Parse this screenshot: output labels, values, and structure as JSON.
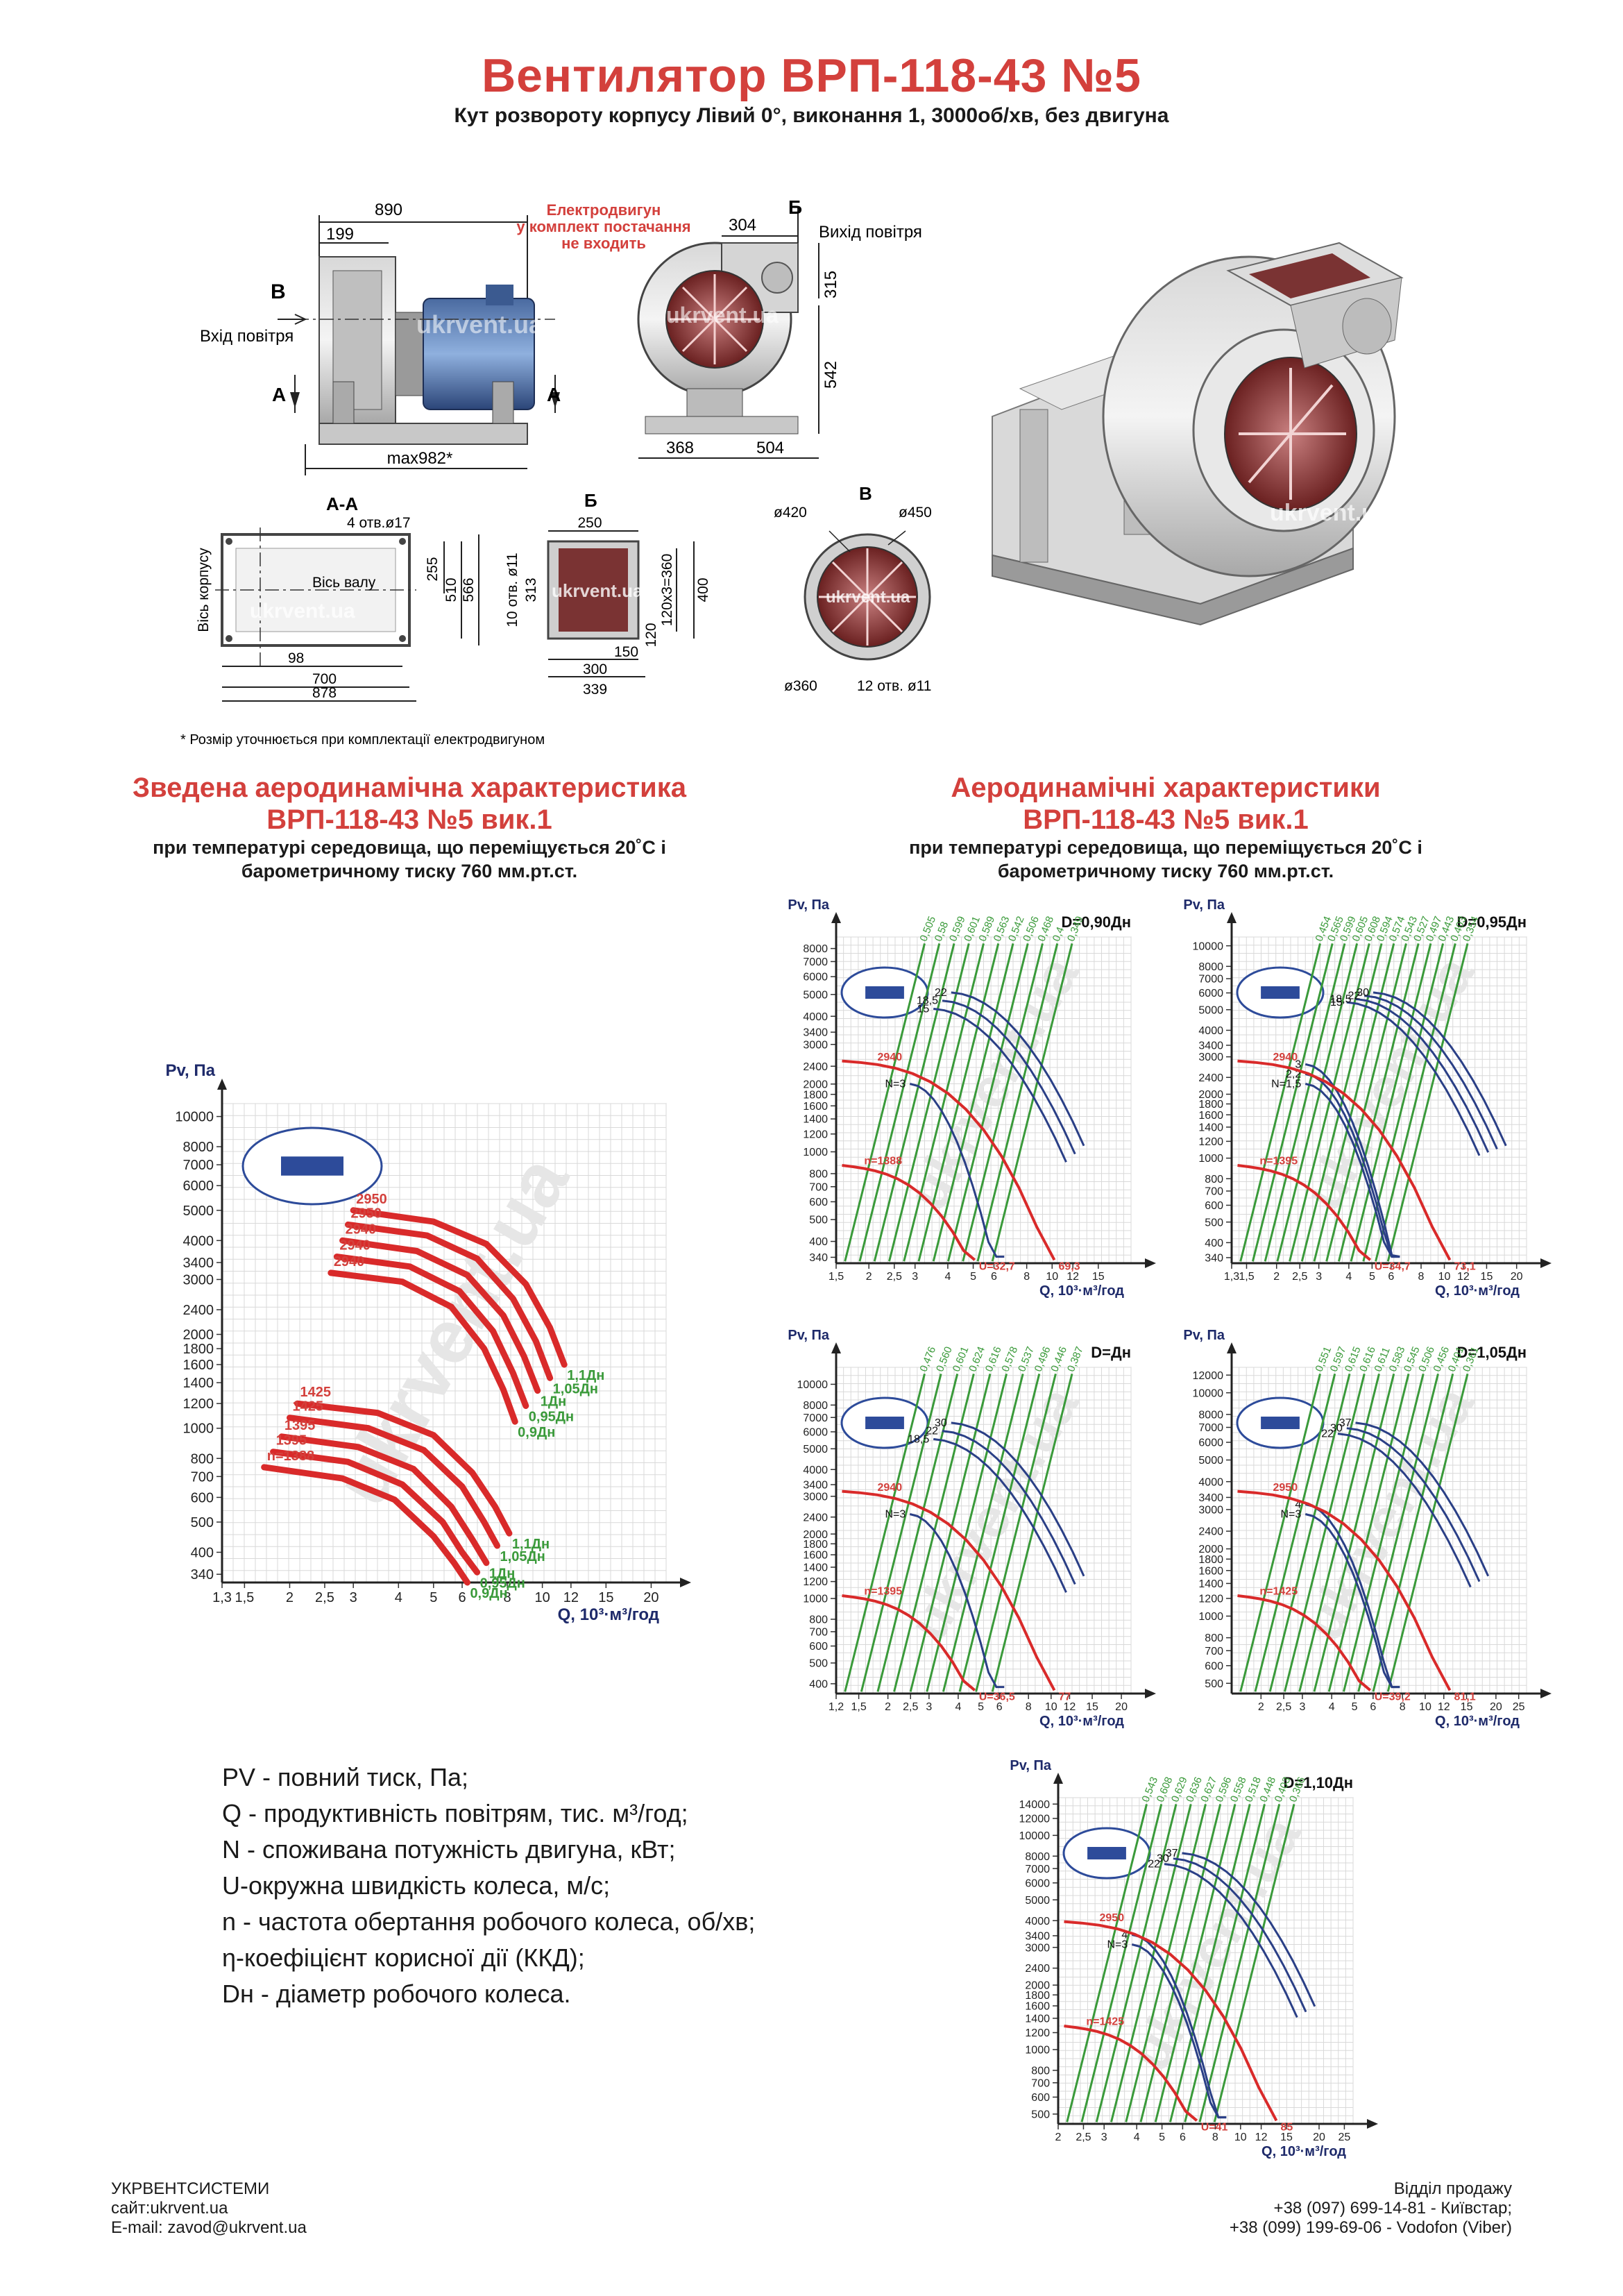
{
  "header": {
    "title": "Вентилятор ВРП-118-43 №5",
    "subtitle": "Кут розвороту корпусу Лівий 0°, виконання 1, 3000об/хв, без двигуна"
  },
  "drawings": {
    "side_view": {
      "dim_total": "890",
      "dim_left": "199",
      "dim_bottom": "max982*",
      "label_b": "В",
      "inlet": "Вхід повітря",
      "label_a_left": "А",
      "label_a_right": "А",
      "motor_note": "Електродвигун\nу комплект постачання\nне входить"
    },
    "front_view": {
      "dim_top": "304",
      "label_b": "Б",
      "outlet": "Вихід повітря",
      "dim_315": "315",
      "dim_542": "542",
      "dim_368": "368",
      "dim_504": "504"
    },
    "section_aa": {
      "title": "А-А",
      "holes": "4 отв.ø17",
      "body_axis": "Вісь корпусу",
      "shaft_axis": "Вісь валу",
      "dim_255": "255",
      "dim_510": "510",
      "dim_566": "566",
      "dim_98": "98",
      "dim_700": "700",
      "dim_878": "878"
    },
    "section_b": {
      "title": "Б",
      "dim_250": "250",
      "holes": "10 отв. ø11",
      "dim_313": "313",
      "dim_400": "400",
      "dim_120x3": "120х3=360",
      "dim_120": "120",
      "dim_150": "150",
      "dim_300": "300",
      "dim_339": "339"
    },
    "section_v": {
      "title": "В",
      "d420": "ø420",
      "d450": "ø450",
      "d360": "ø360",
      "holes": "12 отв. ø11"
    },
    "note": "* Розмір уточнюється при комплектації електродвигуном",
    "watermark": "ukrvent.ua"
  },
  "summary": {
    "title_line1": "Зведена аеродинамічна характеристика",
    "title_line2": "ВРП-118-43 №5 вик.1",
    "sub_line1": "при температурі середовища, що переміщується 20˚С і",
    "sub_line2": "барометричному тиску 760 мм.рт.ст."
  },
  "curves": {
    "title_line1": "Аеродинамічні характеристики",
    "title_line2": "ВРП-118-43 №5 вик.1",
    "sub_line1": "при температурі середовища, що переміщується 20˚С і",
    "sub_line2": "барометричному тиску 760 мм.рт.ст."
  },
  "legend": [
    {
      "sym": "PV",
      "text": " - повний тиск, Па;"
    },
    {
      "sym": "Q",
      "text": " - продуктивність повітрям, тис. м³/год;"
    },
    {
      "sym": "N",
      "text": " - споживана потужність двигуна, кВт;"
    },
    {
      "sym": "U",
      "text": "-окружна швидкість колеса, м/с;"
    },
    {
      "sym": "n",
      "text": " - частота обертання робочого колеса, об/хв;"
    },
    {
      "sym": "η",
      "text": "-коефіцієнт корисної дії (ККД);"
    },
    {
      "sym": "Dн",
      "text": " - діаметр робочого колеса."
    }
  ],
  "footer": {
    "company": "УКРВЕНТСИСТЕМИ",
    "site": "сайт:ukrvent.ua",
    "email": "E-mail: zavod@ukrvent.ua",
    "sales": "Відділ продажу",
    "phone1": "+38 (097) 699-14-81 - Київстар;",
    "phone2": "+38 (099) 199-69-06 - Vodofon (Viber)"
  },
  "chart_data": [
    {
      "type": "line",
      "id": "summary",
      "title": "",
      "ylabel": "Pv, Па",
      "xlabel": "Q, 10³·м³/год",
      "log": true,
      "xlim": [
        1.3,
        22
      ],
      "ylim": [
        320,
        11000
      ],
      "xticks": [
        1.3,
        1.5,
        2,
        2.5,
        3,
        4,
        5,
        6,
        8,
        10,
        12,
        15,
        20
      ],
      "xtick_labels": [
        "1,3",
        "1,5",
        "2",
        "2,5",
        "3",
        "4",
        "5",
        "6",
        "8",
        "10",
        "12",
        "15",
        "20"
      ],
      "yticks": [
        340,
        400,
        500,
        600,
        700,
        800,
        1000,
        1200,
        1400,
        1600,
        1800,
        2000,
        2400,
        3000,
        3400,
        4000,
        5000,
        6000,
        7000,
        8000,
        10000
      ],
      "series": [
        {
          "name": "1,1Дн",
          "speed": "2950",
          "x": [
            3.0,
            5.0,
            7.0,
            9.0,
            10.5,
            11.5
          ],
          "y": [
            5000,
            4600,
            3900,
            2900,
            2100,
            1600
          ]
        },
        {
          "name": "1,05Дн",
          "speed": "2950",
          "x": [
            2.9,
            4.8,
            6.6,
            8.3,
            9.6,
            10.5
          ],
          "y": [
            4500,
            4150,
            3500,
            2600,
            1900,
            1450
          ]
        },
        {
          "name": "1Дн",
          "speed": "2940",
          "x": [
            2.8,
            4.5,
            6.2,
            7.8,
            8.9,
            9.7
          ],
          "y": [
            4000,
            3700,
            3100,
            2300,
            1700,
            1320
          ]
        },
        {
          "name": "0,95Дн",
          "speed": "2940",
          "x": [
            2.7,
            4.3,
            5.9,
            7.3,
            8.3,
            9.0
          ],
          "y": [
            3550,
            3300,
            2750,
            2050,
            1500,
            1180
          ]
        },
        {
          "name": "0,9Дн",
          "speed": "2940",
          "x": [
            2.6,
            4.1,
            5.6,
            6.9,
            7.8,
            8.4
          ],
          "y": [
            3150,
            2950,
            2450,
            1800,
            1330,
            1050
          ]
        },
        {
          "name": "1,1Дн",
          "speed": "1425",
          "x": [
            2.1,
            3.5,
            5.0,
            6.4,
            7.4,
            8.1
          ],
          "y": [
            1200,
            1120,
            950,
            720,
            560,
            460
          ]
        },
        {
          "name": "1,05Дн",
          "speed": "1425",
          "x": [
            2.0,
            3.3,
            4.7,
            6.0,
            6.9,
            7.5
          ],
          "y": [
            1080,
            1000,
            850,
            650,
            500,
            420
          ]
        },
        {
          "name": "1Дн",
          "speed": "1395",
          "x": [
            1.9,
            3.1,
            4.4,
            5.6,
            6.4,
            7.0
          ],
          "y": [
            940,
            870,
            740,
            560,
            440,
            370
          ]
        },
        {
          "name": "0,95Дн",
          "speed": "1395",
          "x": [
            1.8,
            2.9,
            4.1,
            5.3,
            6.0,
            6.6
          ],
          "y": [
            840,
            780,
            660,
            500,
            400,
            345
          ]
        },
        {
          "name": "0,9Дн",
          "speed": "n=1388",
          "x": [
            1.7,
            2.8,
            3.9,
            5.0,
            5.7,
            6.2
          ],
          "y": [
            750,
            690,
            590,
            450,
            370,
            320
          ]
        }
      ]
    },
    {
      "type": "line",
      "id": "d090",
      "title": "D=0,90Дн",
      "ylabel": "Pv, Па",
      "xlabel": "Q, 10³·м³/год",
      "xlim": [
        1.5,
        20
      ],
      "ylim": [
        320,
        9000
      ],
      "xticks": [
        1.5,
        2,
        2.5,
        3,
        4,
        5,
        6,
        8,
        10,
        12,
        15
      ],
      "xtick_labels": [
        "1,5",
        "2",
        "2,5",
        "3",
        "4",
        "5",
        "6",
        "8",
        "10",
        "12",
        "15"
      ],
      "yticks": [
        340,
        400,
        500,
        600,
        700,
        800,
        1000,
        1200,
        1400,
        1600,
        1800,
        2000,
        2400,
        3000,
        3400,
        4000,
        5000,
        6000,
        7000,
        8000
      ],
      "eta": [
        "0,505",
        "0,58",
        "0,599",
        "0,601",
        "0,589",
        "0,563",
        "0,542",
        "0,506",
        "0,468",
        "0,4",
        "0,349"
      ],
      "N": [
        "N=3",
        "15",
        "18,5",
        "22"
      ],
      "hi_speed": "2940",
      "lo_speed": "n=1388",
      "U_hi": "69,3",
      "U_lo": "U=32,7"
    },
    {
      "type": "line",
      "id": "d095",
      "title": "D=0,95Дн",
      "ylabel": "Pv, Па",
      "xlabel": "Q, 10³·м³/год",
      "xlim": [
        1.3,
        22
      ],
      "ylim": [
        320,
        11000
      ],
      "xticks": [
        1.3,
        1.5,
        2,
        2.5,
        3,
        4,
        5,
        6,
        8,
        10,
        12,
        15,
        20
      ],
      "xtick_labels": [
        "1,3",
        "1,5",
        "2",
        "2,5",
        "3",
        "4",
        "5",
        "6",
        "8",
        "10",
        "12",
        "15",
        "20"
      ],
      "yticks": [
        340,
        400,
        500,
        600,
        700,
        800,
        1000,
        1200,
        1400,
        1600,
        1800,
        2000,
        2400,
        3000,
        3400,
        4000,
        5000,
        6000,
        7000,
        8000,
        10000
      ],
      "eta": [
        "0,454",
        "0,565",
        "0,599",
        "0,605",
        "0,608",
        "0,594",
        "0,574",
        "0,543",
        "0,527",
        "0,497",
        "0,443",
        "0,403",
        "0,354"
      ],
      "N": [
        "N=1,5",
        "2,2",
        "3",
        "15",
        "18,5",
        "22",
        "30"
      ],
      "hi_speed": "2940",
      "lo_speed": "n=1395",
      "U_hi": "73,1",
      "U_lo": "U=34,7"
    },
    {
      "type": "line",
      "id": "d100",
      "title": "D=Дн",
      "ylabel": "Pv, Па",
      "xlabel": "Q, 10³·м³/год",
      "xlim": [
        1.2,
        22
      ],
      "ylim": [
        360,
        12000
      ],
      "xticks": [
        1.2,
        1.5,
        2,
        2.5,
        3,
        4,
        5,
        6,
        8,
        10,
        12,
        15,
        20
      ],
      "xtick_labels": [
        "1,2",
        "1,5",
        "2",
        "2,5",
        "3",
        "4",
        "5",
        "6",
        "8",
        "10",
        "12",
        "15",
        "20"
      ],
      "yticks": [
        400,
        500,
        600,
        700,
        800,
        1000,
        1200,
        1400,
        1600,
        1800,
        2000,
        2400,
        3000,
        3400,
        4000,
        5000,
        6000,
        7000,
        8000,
        10000
      ],
      "eta": [
        "0,476",
        "0,560",
        "0,601",
        "0,624",
        "0,616",
        "0,578",
        "0,537",
        "0,496",
        "0,446",
        "0,387"
      ],
      "N": [
        "N=3",
        "18,5",
        "22",
        "30"
      ],
      "hi_speed": "2940",
      "lo_speed": "n=1395",
      "U_hi": "77",
      "U_lo": "U=36,5"
    },
    {
      "type": "line",
      "id": "d105",
      "title": "D=1,05Дн",
      "ylabel": "Pv, Па",
      "xlabel": "Q, 10³·м³/год",
      "xlim": [
        1.5,
        27
      ],
      "ylim": [
        450,
        13000
      ],
      "xticks": [
        2,
        2.5,
        3,
        4,
        5,
        6,
        8,
        10,
        12,
        15,
        20,
        25
      ],
      "xtick_labels": [
        "2",
        "2,5",
        "3",
        "4",
        "5",
        "6",
        "8",
        "10",
        "12",
        "15",
        "20",
        "25"
      ],
      "yticks": [
        500,
        600,
        700,
        800,
        1000,
        1200,
        1400,
        1600,
        1800,
        2000,
        2400,
        3000,
        3400,
        4000,
        5000,
        6000,
        7000,
        8000,
        10000,
        12000
      ],
      "eta": [
        "0,551",
        "0,597",
        "0,615",
        "0,616",
        "0,611",
        "0,583",
        "0,545",
        "0,506",
        "0,456",
        "0,401",
        "0,361"
      ],
      "N": [
        "N=3",
        "4",
        "22",
        "30",
        "37"
      ],
      "hi_speed": "2950",
      "lo_speed": "n=1425",
      "U_hi": "81,1",
      "U_lo": "U=39,2"
    },
    {
      "type": "line",
      "id": "d110",
      "title": "D=1,10Дн",
      "ylabel": "Pv, Па",
      "xlabel": "Q, 10³·м³/год",
      "xlim": [
        2,
        27
      ],
      "ylim": [
        450,
        15000
      ],
      "xticks": [
        2,
        2.5,
        3,
        4,
        5,
        6,
        8,
        10,
        12,
        15,
        20,
        25
      ],
      "xtick_labels": [
        "2",
        "2,5",
        "3",
        "4",
        "5",
        "6",
        "8",
        "10",
        "12",
        "15",
        "20",
        "25"
      ],
      "yticks": [
        500,
        600,
        700,
        800,
        1000,
        1200,
        1400,
        1600,
        1800,
        2000,
        2400,
        3000,
        3400,
        4000,
        5000,
        6000,
        7000,
        8000,
        10000,
        12000,
        14000
      ],
      "eta": [
        "0,543",
        "0,608",
        "0,629",
        "0,636",
        "0,627",
        "0,596",
        "0,558",
        "0,518",
        "0,448",
        "0,403",
        "0,366"
      ],
      "N": [
        "N=3",
        "4",
        "22",
        "30",
        "37"
      ],
      "hi_speed": "2950",
      "lo_speed": "n=1425",
      "U_hi": "85",
      "U_lo": "U=41"
    }
  ]
}
